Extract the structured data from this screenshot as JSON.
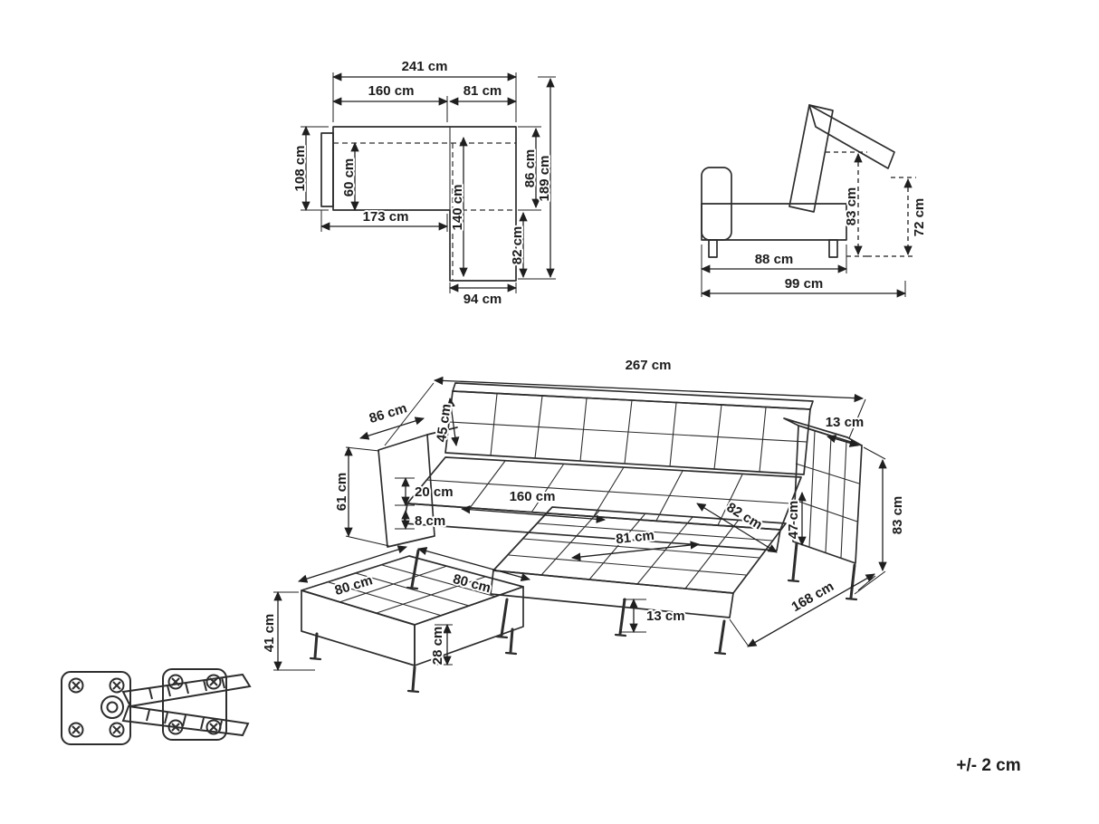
{
  "tolerance_note": "+/- 2 cm",
  "plan_view": {
    "total_width": "241 cm",
    "left_section_width": "160 cm",
    "right_section_width": "81 cm",
    "body_depth": "108 cm",
    "seat_depth": "60 cm",
    "body_length": "173 cm",
    "chaise_length": "140 cm",
    "chaise_lower": "82 cm",
    "chaise_upper": "86 cm",
    "total_depth": "189 cm",
    "chaise_width": "94 cm"
  },
  "side_view": {
    "seat_depth": "88 cm",
    "total_depth": "99 cm",
    "upright_height": "83 cm",
    "reclined_height": "72 cm"
  },
  "main_view": {
    "total_width": "267 cm",
    "arm_depth": "86 cm",
    "back_cushion_height": "45 cm",
    "arm_height": "61 cm",
    "seat_height_front": "20 cm",
    "seat_length": "160 cm",
    "clearance": "8 cm",
    "chaise_cushion_width": "81 cm",
    "chaise_cushion_depth": "82 cm",
    "arm_inner_height": "47 cm",
    "arm_top_width": "13 cm",
    "total_height": "83 cm",
    "leg_height": "13 cm",
    "total_depth": "168 cm"
  },
  "ottoman_view": {
    "width": "80 cm",
    "depth": "80 cm",
    "total_height": "41 cm",
    "box_height": "28 cm"
  }
}
